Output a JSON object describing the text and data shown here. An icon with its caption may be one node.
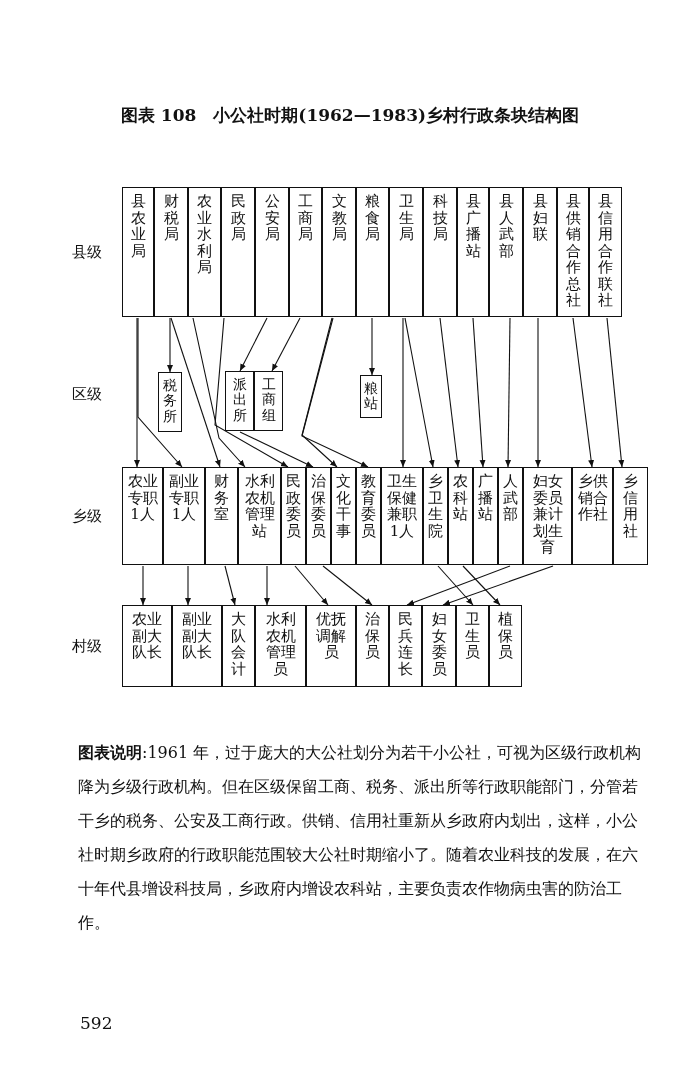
{
  "diagram": {
    "title": "图表 108　小公社时期(1962—1983)乡村行政条块结构图",
    "caption": "**图表说明**:1961 年，过于庞大的大公社划分为若干小公社，可视为区级行政机构降为乡级行政机构。但在区级保留工商、税务、派出所等行政职能部门，分管若干乡的税务、公安及工商行政。供销、信用社重新从乡政府内划出，这样，小公社时期乡政府的行政职能范围较大公社时期缩小了。随着农业科技的发展，在六十年代县增设科技局，乡政府内增设农科站，主要负责农作物病虫害的防治工作。",
    "nodes": [
      {
        "text": [
          "县农业局"
        ]
      },
      {
        "text": [
          "财税局"
        ]
      },
      {
        "text": [
          "农业水利局"
        ]
      },
      {
        "text": [
          "民政局"
        ]
      },
      {
        "text": [
          "公安局"
        ]
      },
      {
        "text": [
          "工商局"
        ]
      },
      {
        "text": [
          "文教局"
        ]
      },
      {
        "text": [
          "粮食局"
        ]
      },
      {
        "text": [
          "卫生局"
        ]
      },
      {
        "text": [
          "科技局"
        ]
      },
      {
        "text": [
          "县广播站"
        ]
      },
      {
        "text": [
          "县人武部"
        ]
      },
      {
        "text": [
          "县妇联"
        ]
      },
      {
        "text": [
          "县供销合作总社"
        ]
      },
      {
        "text": [
          "县信用合作联社"
        ]
      },
      {
        "text": [
          "税务所"
        ]
      },
      {
        "text": [
          "派出所"
        ]
      },
      {
        "text": [
          "工商组"
        ]
      },
      {
        "text": [
          "粮站"
        ]
      },
      {
        "text": [
          "农业专职1人"
        ]
      },
      {
        "text": [
          "副业专职1人"
        ]
      },
      {
        "text": [
          "财务室"
        ]
      },
      {
        "text": [
          "水利农机管理站"
        ]
      },
      {
        "text": [
          "民政委员"
        ]
      },
      {
        "text": [
          "治保委员"
        ]
      },
      {
        "text": [
          "文化干事"
        ]
      },
      {
        "text": [
          "教育委员"
        ]
      },
      {
        "text": [
          "卫生保健兼职1人"
        ]
      },
      {
        "text": [
          "乡卫生院"
        ]
      },
      {
        "text": [
          "农科站"
        ]
      },
      {
        "text": [
          "广播站"
        ]
      },
      {
        "text": [
          "人武部"
        ]
      },
      {
        "text": [
          "妇女委员兼计划生育"
        ]
      },
      {
        "text": [
          "乡供销合作社"
        ]
      },
      {
        "text": [
          "乡信用社"
        ]
      },
      {
        "text": [
          "农业副大队长"
        ]
      },
      {
        "text": [
          "副业副大队长"
        ]
      },
      {
        "text": [
          "大队会计"
        ]
      },
      {
        "text": [
          "水利农机管理员"
        ]
      },
      {
        "text": [
          "优抚调解员"
        ]
      },
      {
        "text": [
          "治保员"
        ]
      },
      {
        "text": [
          "民兵连长"
        ]
      },
      {
        "text": [
          "妇女委员"
        ]
      },
      {
        "text": [
          "卫生员"
        ]
      },
      {
        "text": [
          "植保员"
        ]
      }
    ],
    "edges": [
      {
        "from": 0,
        "to": 19,
        "arrow": "to"
      },
      {
        "from": 0,
        "to": 20,
        "arrow": "to"
      },
      {
        "from": 1,
        "to": 15,
        "arrow": "to"
      },
      {
        "from": 1,
        "to": 21,
        "arrow": "to"
      },
      {
        "from": 2,
        "to": 22,
        "arrow": "to"
      },
      {
        "from": 3,
        "to": 23,
        "arrow": "to"
      },
      {
        "from": 4,
        "to": 16,
        "arrow": "to"
      },
      {
        "from": 5,
        "to": 17,
        "arrow": "to"
      },
      {
        "from": 16,
        "to": 24,
        "arrow": "to"
      },
      {
        "from": 6,
        "to": 25,
        "arrow": "to"
      },
      {
        "from": 6,
        "to": 26,
        "arrow": "to"
      },
      {
        "from": 7,
        "to": 18,
        "arrow": "to"
      },
      {
        "from": 8,
        "to": 27,
        "arrow": "to"
      },
      {
        "from": 8,
        "to": 28,
        "arrow": "to"
      },
      {
        "from": 9,
        "to": 29,
        "arrow": "to"
      },
      {
        "from": 10,
        "to": 30,
        "arrow": "to"
      },
      {
        "from": 11,
        "to": 31,
        "arrow": "to"
      },
      {
        "from": 12,
        "to": 32,
        "arrow": "to"
      },
      {
        "from": 13,
        "to": 33,
        "arrow": "to"
      },
      {
        "from": 14,
        "to": 34,
        "arrow": "to"
      },
      {
        "from": 19,
        "to": 35,
        "arrow": "to"
      },
      {
        "from": 20,
        "to": 36,
        "arrow": "to"
      },
      {
        "from": 21,
        "to": 37,
        "arrow": "to"
      },
      {
        "from": 22,
        "to": 38,
        "arrow": "to"
      },
      {
        "from": 23,
        "to": 39,
        "arrow": "to"
      },
      {
        "from": 24,
        "to": 40,
        "arrow": "to"
      },
      {
        "from": 31,
        "to": 41,
        "arrow": "to"
      },
      {
        "from": 32,
        "to": 42,
        "arrow": "to"
      },
      {
        "from": 28,
        "to": 43,
        "arrow": "to"
      },
      {
        "from": 29,
        "to": 44,
        "arrow": "to"
      }
    ],
    "labels": [
      "县级",
      "区级",
      "乡级",
      "村级",
      "592"
    ]
  }
}
